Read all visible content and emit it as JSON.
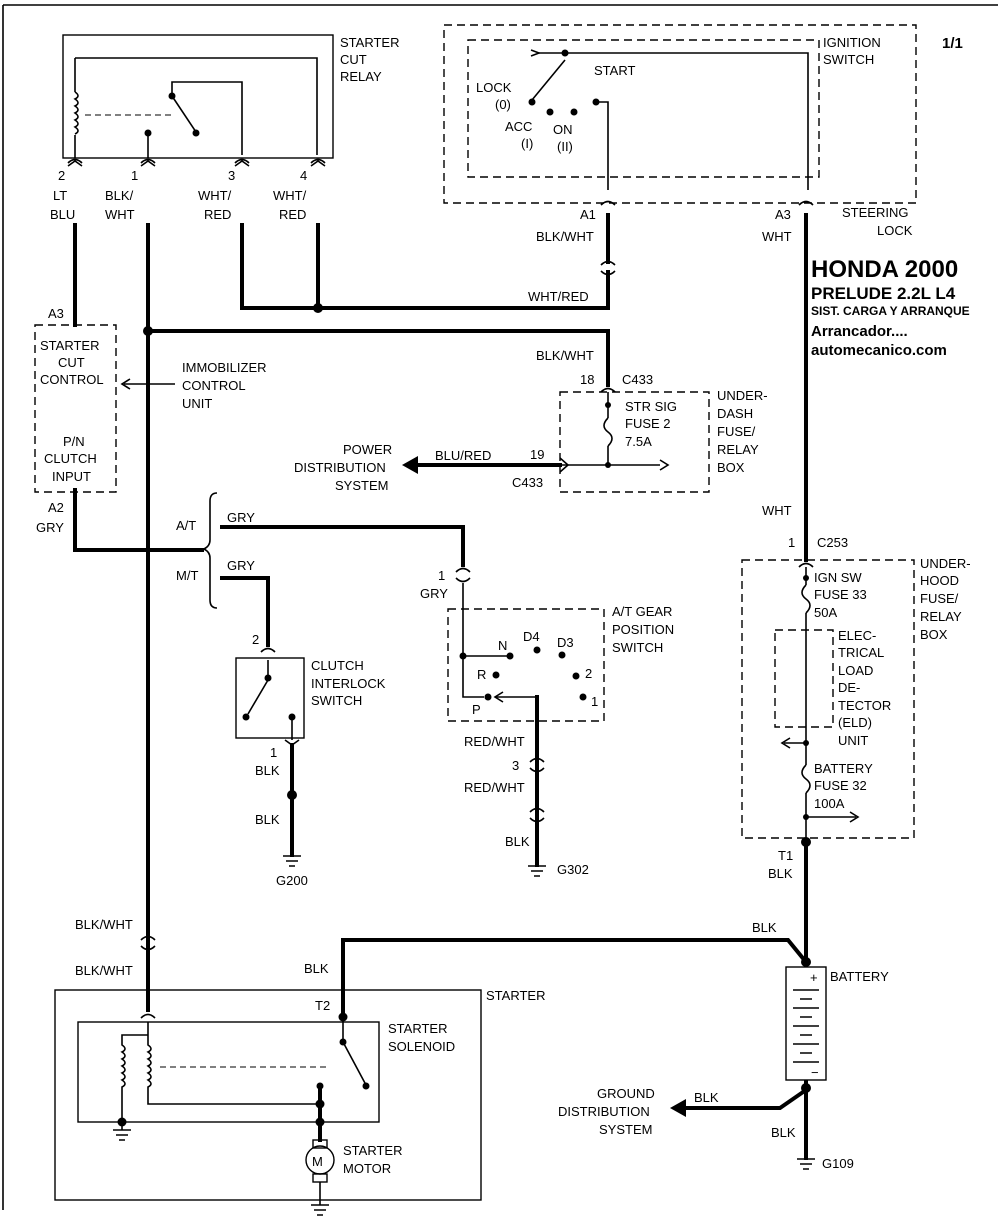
{
  "header": {
    "page": "1/1",
    "title": "HONDA 2000",
    "model": "PRELUDE  2.2L  L4",
    "system": "SIST. CARGA Y ARRANQUE",
    "section": "Arrancador....",
    "site": "automecanico.com"
  },
  "starter_cut_relay": {
    "name": "STARTER CUT RELAY",
    "pins": [
      {
        "num": "2",
        "wire1": "LT",
        "wire2": "BLU"
      },
      {
        "num": "1",
        "wire1": "BLK/",
        "wire2": "WHT"
      },
      {
        "num": "3",
        "wire1": "WHT/",
        "wire2": "RED"
      },
      {
        "num": "4",
        "wire1": "WHT/",
        "wire2": "RED"
      }
    ]
  },
  "ignition_switch": {
    "name": "IGNITION SWITCH",
    "start": "START",
    "lock": "LOCK",
    "lock_pos": "(0)",
    "acc": "ACC",
    "acc_pos": "(I)",
    "on": "ON",
    "on_pos": "(II)",
    "pin_a1": "A1",
    "pin_a3": "A3",
    "steering_lock": "STEERING LOCK"
  },
  "immobilizer": {
    "name": "IMMOBILIZER CONTROL UNIT",
    "starter_cut_control": "STARTER CUT CONTROL",
    "pn_clutch_input": "P/N CLUTCH INPUT",
    "pin_a3": "A3",
    "pin_a2": "A2"
  },
  "under_dash": {
    "name": "UNDER-DASH FUSE/ RELAY BOX",
    "fuse": "STR SIG FUSE 2",
    "fuse_rating": "7.5A",
    "pin_18": "18",
    "pin_19": "19",
    "connector": "C433"
  },
  "power_distribution": "POWER DISTRIBUTION SYSTEM",
  "under_hood": {
    "name": "UNDER-HOOD FUSE/ RELAY BOX",
    "ign_fuse": "IGN SW FUSE 33",
    "ign_fuse_rating": "50A",
    "eld": "ELEC-TRICAL LOAD DE-TECTOR (ELD) UNIT",
    "battery_fuse": "BATTERY FUSE 32",
    "battery_fuse_rating": "100A",
    "pin_1": "1",
    "connector": "C253",
    "pin_t1": "T1"
  },
  "gear_position": {
    "name": "A/T GEAR POSITION SWITCH",
    "positions": [
      "N",
      "D4",
      "D3",
      "R",
      "2",
      "P",
      "1"
    ],
    "pin_1": "1",
    "pin_3": "3"
  },
  "clutch_interlock": {
    "name": "CLUTCH INTERLOCK SWITCH",
    "pin_2": "2",
    "pin_1": "1"
  },
  "transmission": {
    "at": "A/T",
    "mt": "M/T"
  },
  "starter": {
    "name": "STARTER",
    "solenoid": "STARTER SOLENOID",
    "motor": "STARTER MOTOR",
    "motor_symbol": "M",
    "pin_t2": "T2"
  },
  "battery": {
    "name": "BATTERY",
    "plus": "+",
    "minus": "−"
  },
  "ground_distribution": "GROUND DISTRIBUTION SYSTEM",
  "grounds": [
    "G200",
    "G302",
    "G109"
  ],
  "wires": {
    "blk_wht": "BLK/WHT",
    "wht_red": "WHT/RED",
    "wht": "WHT",
    "blu_red": "BLU/RED",
    "gry": "GRY",
    "red_wht": "RED/WHT",
    "blk": "BLK"
  }
}
